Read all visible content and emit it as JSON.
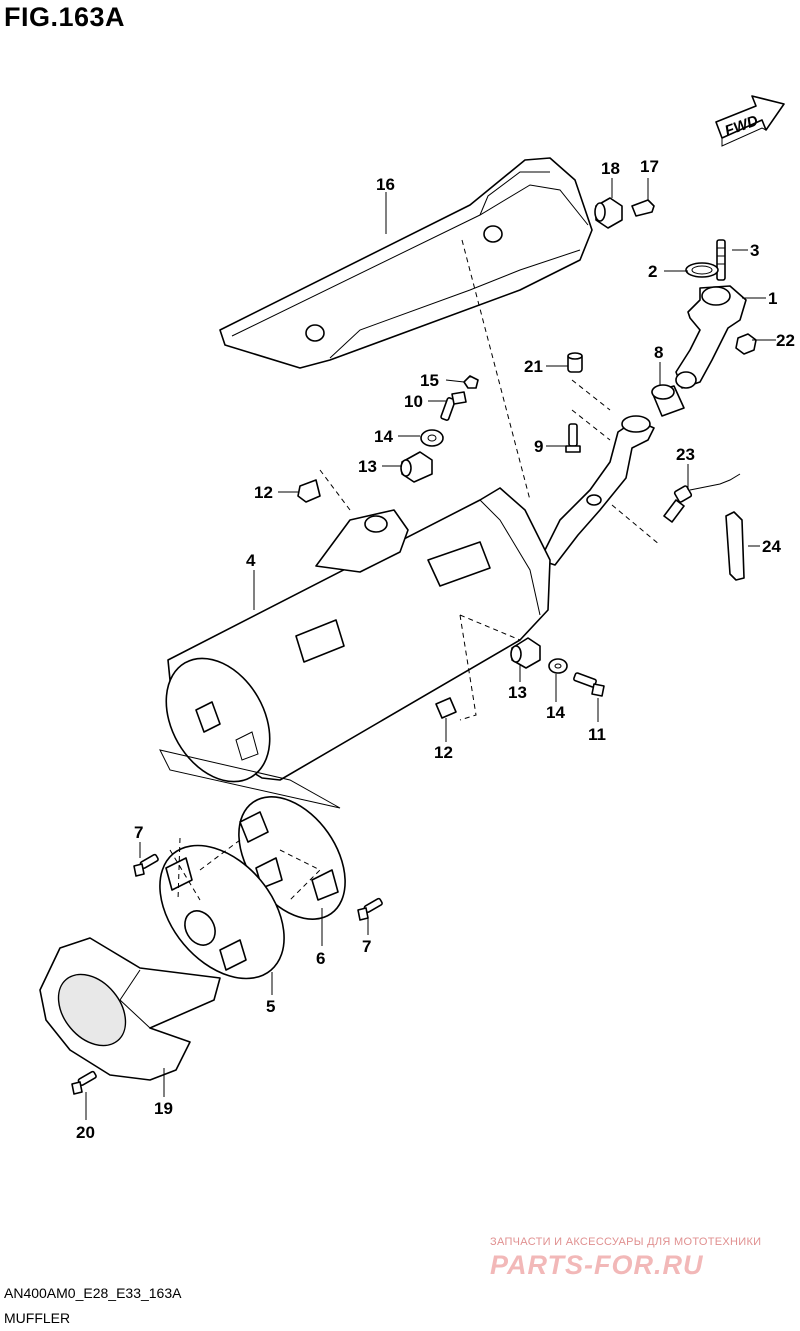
{
  "figure": {
    "title": "FIG.163A",
    "code": "AN400AM0_E28_E33_163A",
    "caption": "MUFFLER"
  },
  "fwd_label": "FWD",
  "watermark": {
    "subtitle": "ЗАПЧАСТИ И АКСЕССУАРЫ ДЛЯ МОТОТЕХНИКИ",
    "logo": "PARTS-FOR.RU"
  },
  "callouts": {
    "p1": "1",
    "p2": "2",
    "p3": "3",
    "p4": "4",
    "p5": "5",
    "p6": "6",
    "p7a": "7",
    "p7b": "7",
    "p8": "8",
    "p9": "9",
    "p10": "10",
    "p11": "11",
    "p12a": "12",
    "p12b": "12",
    "p13a": "13",
    "p13b": "13",
    "p14a": "14",
    "p14b": "14",
    "p15": "15",
    "p16": "16",
    "p17": "17",
    "p18": "18",
    "p19": "19",
    "p20": "20",
    "p21": "21",
    "p22": "22",
    "p23": "23",
    "p24": "24"
  }
}
